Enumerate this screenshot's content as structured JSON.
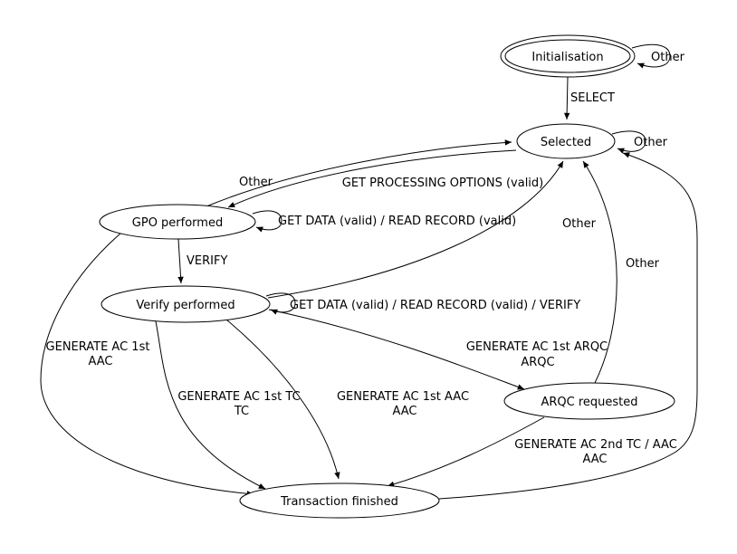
{
  "diagram": {
    "type": "state-machine",
    "background": "#ffffff",
    "stroke_color": "#000000",
    "text_color": "#000000",
    "states": {
      "initialisation": {
        "label": "Initialisation",
        "shape": "double-ellipse"
      },
      "selected": {
        "label": "Selected",
        "shape": "ellipse"
      },
      "gpo_performed": {
        "label": "GPO performed",
        "shape": "ellipse"
      },
      "verify_performed": {
        "label": "Verify performed",
        "shape": "ellipse"
      },
      "arqc_requested": {
        "label": "ARQC requested",
        "shape": "ellipse"
      },
      "transaction_finished": {
        "label": "Transaction finished",
        "shape": "ellipse"
      }
    },
    "edges": {
      "init_self": {
        "from": "initialisation",
        "to": "initialisation",
        "label": "Other"
      },
      "init_to_selected": {
        "from": "initialisation",
        "to": "selected",
        "label": "SELECT"
      },
      "selected_self": {
        "from": "selected",
        "to": "selected",
        "label": "Other"
      },
      "gpo_to_selected": {
        "from": "gpo_performed",
        "to": "selected",
        "label": "Other"
      },
      "selected_to_gpo": {
        "from": "selected",
        "to": "gpo_performed",
        "label": "GET PROCESSING OPTIONS (valid)"
      },
      "gpo_self": {
        "from": "gpo_performed",
        "to": "gpo_performed",
        "label": "GET DATA (valid) / READ RECORD (valid)"
      },
      "gpo_to_verify": {
        "from": "gpo_performed",
        "to": "verify_performed",
        "label": "VERIFY"
      },
      "verify_self": {
        "from": "verify_performed",
        "to": "verify_performed",
        "label": "GET DATA (valid) / READ RECORD (valid) / VERIFY"
      },
      "verify_to_selected": {
        "from": "verify_performed",
        "to": "selected",
        "label": "Other"
      },
      "arqc_to_selected": {
        "from": "arqc_requested",
        "to": "selected",
        "label": "Other"
      },
      "verify_to_arqc": {
        "from": "verify_performed",
        "to": "arqc_requested",
        "lines": [
          "GENERATE AC 1st ARQC",
          "ARQC"
        ]
      },
      "gpo_to_finished": {
        "from": "gpo_performed",
        "to": "transaction_finished",
        "lines": [
          "GENERATE AC 1st",
          "AAC"
        ]
      },
      "verify_to_finished_tc": {
        "from": "verify_performed",
        "to": "transaction_finished",
        "lines": [
          "GENERATE AC 1st TC",
          "TC"
        ]
      },
      "verify_to_finished_aac": {
        "from": "verify_performed",
        "to": "transaction_finished",
        "lines": [
          "GENERATE AC 1st AAC",
          "AAC"
        ]
      },
      "arqc_to_finished": {
        "from": "arqc_requested",
        "to": "transaction_finished",
        "lines": [
          "GENERATE AC 2nd TC / AAC",
          "AAC"
        ]
      },
      "finished_to_selected": {
        "from": "transaction_finished",
        "to": "selected",
        "label": ""
      }
    }
  }
}
